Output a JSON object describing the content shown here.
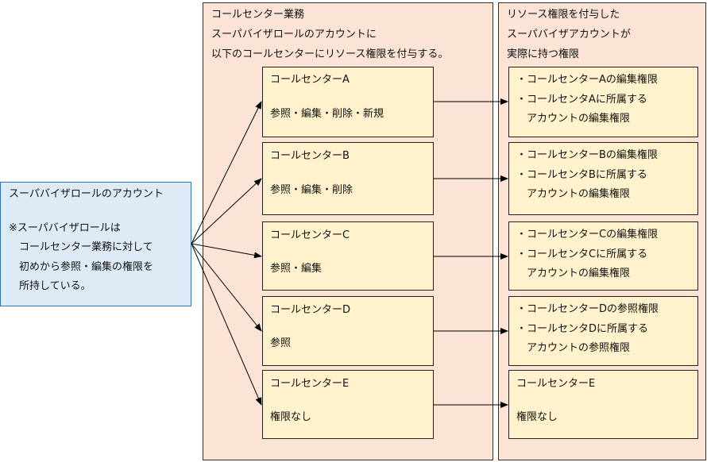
{
  "left_box": {
    "title": "スーパバイザロールのアカウント",
    "note": [
      "※スーパバイザロールは",
      "　コールセンター業務に対して",
      "　初めから参照・編集の権限を",
      "　所持している。"
    ]
  },
  "middle_panel": {
    "heading": [
      "コールセンター業務",
      "スーパバイザロールのアカウントに",
      "以下のコールセンターにリソース権限を付与する。"
    ],
    "centers": [
      {
        "name": "コールセンターA",
        "perms": "参照・編集・削除・新規"
      },
      {
        "name": "コールセンターB",
        "perms": "参照・編集・削除"
      },
      {
        "name": "コールセンターC",
        "perms": "参照・編集"
      },
      {
        "name": "コールセンターD",
        "perms": "参照"
      },
      {
        "name": "コールセンターE",
        "perms": "権限なし"
      }
    ]
  },
  "right_panel": {
    "heading": [
      "リソース権限を付与した",
      "スーパバイザアカウントが",
      "実際に持つ権限"
    ],
    "results": [
      {
        "lines": [
          "・コールセンターAの編集権限",
          "・コールセンタAに所属する",
          "　アカウントの編集権限"
        ]
      },
      {
        "lines": [
          "・コールセンターBの編集権限",
          "・コールセンタBに所属する",
          "　アカウントの編集権限"
        ]
      },
      {
        "lines": [
          "・コールセンターCの編集権限",
          "・コールセンタCに所属する",
          "　アカウントの編集権限"
        ]
      },
      {
        "lines": [
          "・コールセンターDの参照権限",
          "・コールセンタDに所属する",
          "　アカウントの参照権限"
        ]
      },
      {
        "lines": [
          "コールセンターE",
          "",
          "権限なし"
        ]
      }
    ]
  }
}
